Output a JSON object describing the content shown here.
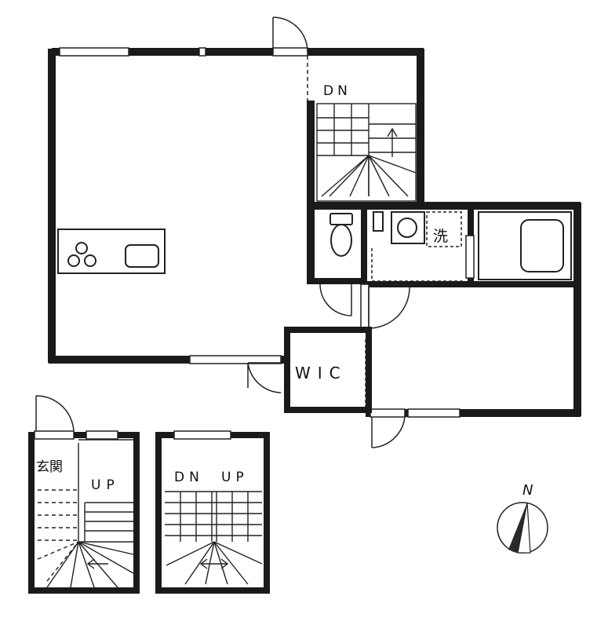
{
  "labels": {
    "dn_top": "DN",
    "wash": "洗",
    "wic": "WIC",
    "entrance": "玄関",
    "up_left": "UP",
    "dn_right": "DN",
    "up_right": "UP",
    "north": "N"
  },
  "colors": {
    "wall": "#1a1a1a",
    "line": "#222222",
    "window": "#ffffff",
    "compass_fill": "#2a2a2a"
  }
}
